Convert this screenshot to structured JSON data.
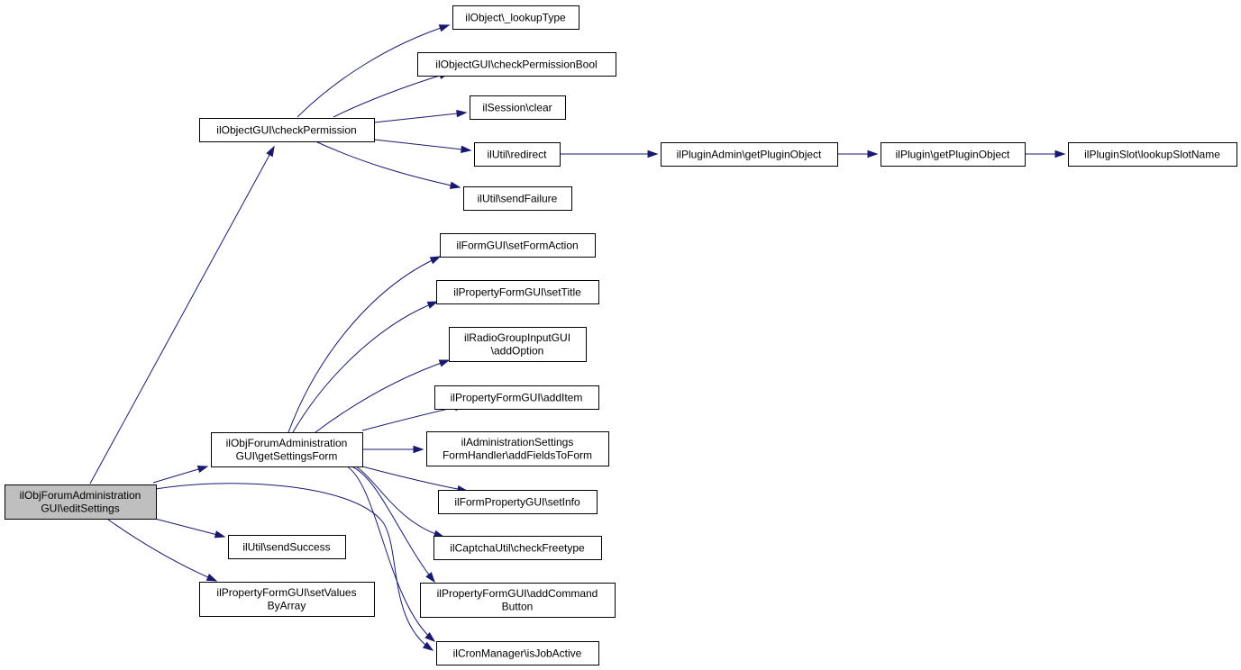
{
  "diagram": {
    "type": "call-graph",
    "nodes": [
      {
        "id": "root",
        "lines": [
          "ilObjForumAdministration",
          "GUI\\editSettings"
        ],
        "highlighted": true
      },
      {
        "id": "checkPermission",
        "lines": [
          "ilObjectGUI\\checkPermission"
        ]
      },
      {
        "id": "getSettingsForm",
        "lines": [
          "ilObjForumAdministration",
          "GUI\\getSettingsForm"
        ]
      },
      {
        "id": "sendSuccess",
        "lines": [
          "ilUtil\\sendSuccess"
        ]
      },
      {
        "id": "setValuesByArray",
        "lines": [
          "ilPropertyFormGUI\\setValues",
          "ByArray"
        ]
      },
      {
        "id": "lookupType",
        "lines": [
          "ilObject\\_lookupType"
        ]
      },
      {
        "id": "checkPermissionBool",
        "lines": [
          "ilObjectGUI\\checkPermissionBool"
        ]
      },
      {
        "id": "sessionClear",
        "lines": [
          "ilSession\\clear"
        ]
      },
      {
        "id": "redirect",
        "lines": [
          "ilUtil\\redirect"
        ]
      },
      {
        "id": "sendFailure",
        "lines": [
          "ilUtil\\sendFailure"
        ]
      },
      {
        "id": "pluginAdminGetPluginObject",
        "lines": [
          "ilPluginAdmin\\getPluginObject"
        ]
      },
      {
        "id": "pluginGetPluginObject",
        "lines": [
          "ilPlugin\\getPluginObject"
        ]
      },
      {
        "id": "lookupSlotName",
        "lines": [
          "ilPluginSlot\\lookupSlotName"
        ]
      },
      {
        "id": "setFormAction",
        "lines": [
          "ilFormGUI\\setFormAction"
        ]
      },
      {
        "id": "setTitle",
        "lines": [
          "ilPropertyFormGUI\\setTitle"
        ]
      },
      {
        "id": "addOption",
        "lines": [
          "ilRadioGroupInputGUI",
          "\\addOption"
        ]
      },
      {
        "id": "addItem",
        "lines": [
          "ilPropertyFormGUI\\addItem"
        ]
      },
      {
        "id": "addFieldsToForm",
        "lines": [
          "ilAdministrationSettings",
          "FormHandler\\addFieldsToForm"
        ]
      },
      {
        "id": "setInfo",
        "lines": [
          "ilFormPropertyGUI\\setInfo"
        ]
      },
      {
        "id": "checkFreetype",
        "lines": [
          "ilCaptchaUtil\\checkFreetype"
        ]
      },
      {
        "id": "addCommandButton",
        "lines": [
          "ilPropertyFormGUI\\addCommand",
          "Button"
        ]
      },
      {
        "id": "isJobActive",
        "lines": [
          "ilCronManager\\isJobActive"
        ]
      }
    ],
    "edges": [
      {
        "from": "root",
        "to": "checkPermission"
      },
      {
        "from": "root",
        "to": "getSettingsForm"
      },
      {
        "from": "root",
        "to": "sendSuccess"
      },
      {
        "from": "root",
        "to": "setValuesByArray"
      },
      {
        "from": "root",
        "to": "isJobActive"
      },
      {
        "from": "checkPermission",
        "to": "lookupType"
      },
      {
        "from": "checkPermission",
        "to": "checkPermissionBool"
      },
      {
        "from": "checkPermission",
        "to": "sessionClear"
      },
      {
        "from": "checkPermission",
        "to": "redirect"
      },
      {
        "from": "checkPermission",
        "to": "sendFailure"
      },
      {
        "from": "redirect",
        "to": "pluginAdminGetPluginObject"
      },
      {
        "from": "pluginAdminGetPluginObject",
        "to": "pluginGetPluginObject"
      },
      {
        "from": "pluginGetPluginObject",
        "to": "lookupSlotName"
      },
      {
        "from": "getSettingsForm",
        "to": "setFormAction"
      },
      {
        "from": "getSettingsForm",
        "to": "setTitle"
      },
      {
        "from": "getSettingsForm",
        "to": "addOption"
      },
      {
        "from": "getSettingsForm",
        "to": "addItem"
      },
      {
        "from": "getSettingsForm",
        "to": "addFieldsToForm"
      },
      {
        "from": "getSettingsForm",
        "to": "setInfo"
      },
      {
        "from": "getSettingsForm",
        "to": "checkFreetype"
      },
      {
        "from": "getSettingsForm",
        "to": "addCommandButton"
      },
      {
        "from": "getSettingsForm",
        "to": "isJobActive"
      }
    ]
  }
}
